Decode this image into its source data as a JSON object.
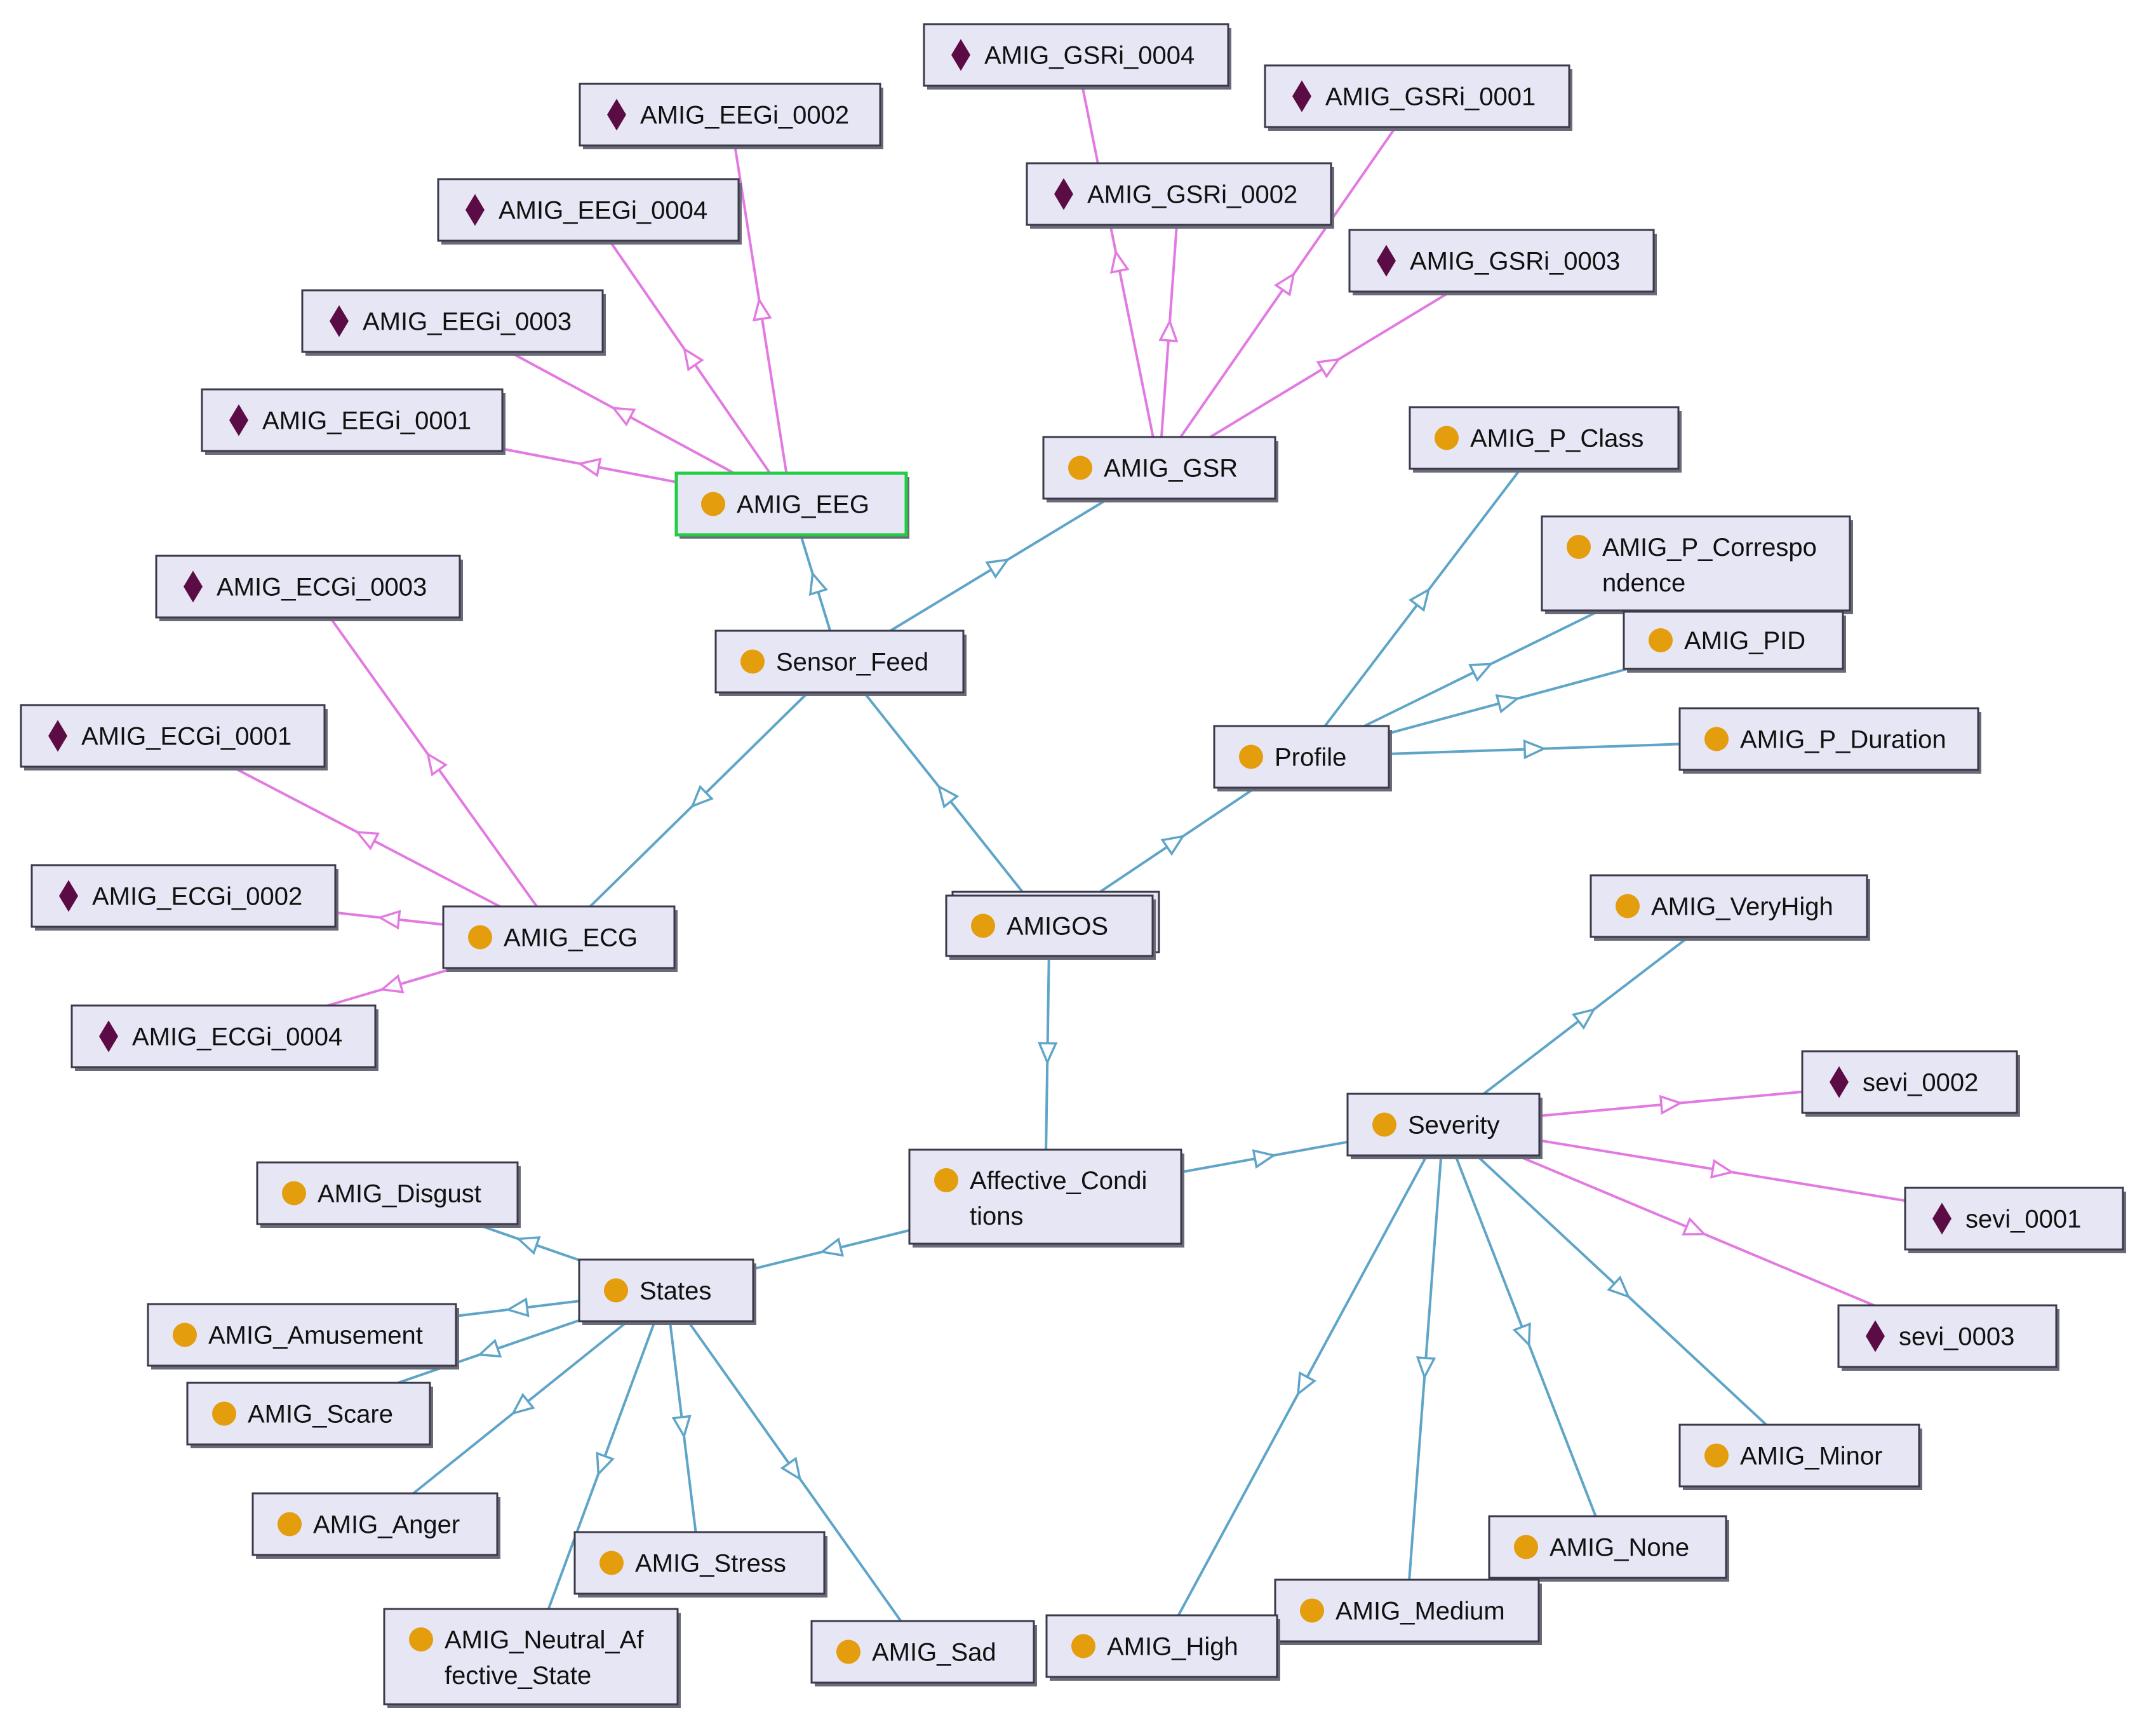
{
  "colors": {
    "class_dot": "#e39d0d",
    "individual_diamond": "#5c0c44",
    "subclass_edge": "#5fa5c8",
    "individual_edge": "#e27ae2",
    "node_fill": "#e6e6f4",
    "node_border": "#3a3a4a",
    "selected_border": "#22cc44"
  },
  "node_kinds": {
    "class": "orange-circle-icon",
    "individual": "purple-diamond-icon"
  },
  "nodes": [
    {
      "id": "AMIGOS",
      "lines": [
        "AMIGOS"
      ],
      "kind": "class",
      "stacked": true
    },
    {
      "id": "Sensor_Feed",
      "lines": [
        "Sensor_Feed"
      ],
      "kind": "class"
    },
    {
      "id": "AMIG_EEG",
      "lines": [
        "AMIG_EEG"
      ],
      "kind": "class",
      "selected": true
    },
    {
      "id": "AMIG_GSR",
      "lines": [
        "AMIG_GSR"
      ],
      "kind": "class"
    },
    {
      "id": "AMIG_ECG",
      "lines": [
        "AMIG_ECG"
      ],
      "kind": "class"
    },
    {
      "id": "Profile",
      "lines": [
        "Profile"
      ],
      "kind": "class"
    },
    {
      "id": "AMIG_P_Class",
      "lines": [
        "AMIG_P_Class"
      ],
      "kind": "class"
    },
    {
      "id": "AMIG_P_Correspondence",
      "lines": [
        "AMIG_P_Correspo",
        "ndence"
      ],
      "kind": "class"
    },
    {
      "id": "AMIG_PID",
      "lines": [
        "AMIG_PID"
      ],
      "kind": "class"
    },
    {
      "id": "AMIG_P_Duration",
      "lines": [
        "AMIG_P_Duration"
      ],
      "kind": "class"
    },
    {
      "id": "Affective_Conditions",
      "lines": [
        "Affective_Condi",
        "tions"
      ],
      "kind": "class"
    },
    {
      "id": "States",
      "lines": [
        "States"
      ],
      "kind": "class"
    },
    {
      "id": "Severity",
      "lines": [
        "Severity"
      ],
      "kind": "class"
    },
    {
      "id": "AMIG_Disgust",
      "lines": [
        "AMIG_Disgust"
      ],
      "kind": "class"
    },
    {
      "id": "AMIG_Amusement",
      "lines": [
        "AMIG_Amusement"
      ],
      "kind": "class"
    },
    {
      "id": "AMIG_Scare",
      "lines": [
        "AMIG_Scare"
      ],
      "kind": "class"
    },
    {
      "id": "AMIG_Anger",
      "lines": [
        "AMIG_Anger"
      ],
      "kind": "class"
    },
    {
      "id": "AMIG_Stress",
      "lines": [
        "AMIG_Stress"
      ],
      "kind": "class"
    },
    {
      "id": "AMIG_Neutral_Affective_State",
      "lines": [
        "AMIG_Neutral_Af",
        "fective_State"
      ],
      "kind": "class"
    },
    {
      "id": "AMIG_Sad",
      "lines": [
        "AMIG_Sad"
      ],
      "kind": "class"
    },
    {
      "id": "AMIG_VeryHigh",
      "lines": [
        "AMIG_VeryHigh"
      ],
      "kind": "class"
    },
    {
      "id": "AMIG_Minor",
      "lines": [
        "AMIG_Minor"
      ],
      "kind": "class"
    },
    {
      "id": "AMIG_None",
      "lines": [
        "AMIG_None"
      ],
      "kind": "class"
    },
    {
      "id": "AMIG_Medium",
      "lines": [
        "AMIG_Medium"
      ],
      "kind": "class"
    },
    {
      "id": "AMIG_High",
      "lines": [
        "AMIG_High"
      ],
      "kind": "class"
    },
    {
      "id": "AMIG_EEGi_0002",
      "lines": [
        "AMIG_EEGi_0002"
      ],
      "kind": "individual"
    },
    {
      "id": "AMIG_EEGi_0004",
      "lines": [
        "AMIG_EEGi_0004"
      ],
      "kind": "individual"
    },
    {
      "id": "AMIG_EEGi_0003",
      "lines": [
        "AMIG_EEGi_0003"
      ],
      "kind": "individual"
    },
    {
      "id": "AMIG_EEGi_0001",
      "lines": [
        "AMIG_EEGi_0001"
      ],
      "kind": "individual"
    },
    {
      "id": "AMIG_GSRi_0004",
      "lines": [
        "AMIG_GSRi_0004"
      ],
      "kind": "individual"
    },
    {
      "id": "AMIG_GSRi_0001",
      "lines": [
        "AMIG_GSRi_0001"
      ],
      "kind": "individual"
    },
    {
      "id": "AMIG_GSRi_0002",
      "lines": [
        "AMIG_GSRi_0002"
      ],
      "kind": "individual"
    },
    {
      "id": "AMIG_GSRi_0003",
      "lines": [
        "AMIG_GSRi_0003"
      ],
      "kind": "individual"
    },
    {
      "id": "AMIG_ECGi_0003",
      "lines": [
        "AMIG_ECGi_0003"
      ],
      "kind": "individual"
    },
    {
      "id": "AMIG_ECGi_0001",
      "lines": [
        "AMIG_ECGi_0001"
      ],
      "kind": "individual"
    },
    {
      "id": "AMIG_ECGi_0002",
      "lines": [
        "AMIG_ECGi_0002"
      ],
      "kind": "individual"
    },
    {
      "id": "AMIG_ECGi_0004",
      "lines": [
        "AMIG_ECGi_0004"
      ],
      "kind": "individual"
    },
    {
      "id": "sevi_0002",
      "lines": [
        "sevi_0002"
      ],
      "kind": "individual"
    },
    {
      "id": "sevi_0001",
      "lines": [
        "sevi_0001"
      ],
      "kind": "individual"
    },
    {
      "id": "sevi_0003",
      "lines": [
        "sevi_0003"
      ],
      "kind": "individual"
    }
  ],
  "edges": [
    {
      "from": "AMIGOS",
      "to": "Sensor_Feed",
      "type": "subclass"
    },
    {
      "from": "AMIGOS",
      "to": "Profile",
      "type": "subclass"
    },
    {
      "from": "AMIGOS",
      "to": "Affective_Conditions",
      "type": "subclass"
    },
    {
      "from": "Sensor_Feed",
      "to": "AMIG_EEG",
      "type": "subclass"
    },
    {
      "from": "Sensor_Feed",
      "to": "AMIG_GSR",
      "type": "subclass"
    },
    {
      "from": "Sensor_Feed",
      "to": "AMIG_ECG",
      "type": "subclass"
    },
    {
      "from": "Profile",
      "to": "AMIG_P_Class",
      "type": "subclass"
    },
    {
      "from": "Profile",
      "to": "AMIG_P_Correspondence",
      "type": "subclass"
    },
    {
      "from": "Profile",
      "to": "AMIG_PID",
      "type": "subclass"
    },
    {
      "from": "Profile",
      "to": "AMIG_P_Duration",
      "type": "subclass"
    },
    {
      "from": "Affective_Conditions",
      "to": "States",
      "type": "subclass"
    },
    {
      "from": "Affective_Conditions",
      "to": "Severity",
      "type": "subclass"
    },
    {
      "from": "States",
      "to": "AMIG_Disgust",
      "type": "subclass"
    },
    {
      "from": "States",
      "to": "AMIG_Amusement",
      "type": "subclass"
    },
    {
      "from": "States",
      "to": "AMIG_Scare",
      "type": "subclass"
    },
    {
      "from": "States",
      "to": "AMIG_Anger",
      "type": "subclass"
    },
    {
      "from": "States",
      "to": "AMIG_Stress",
      "type": "subclass"
    },
    {
      "from": "States",
      "to": "AMIG_Neutral_Affective_State",
      "type": "subclass"
    },
    {
      "from": "States",
      "to": "AMIG_Sad",
      "type": "subclass"
    },
    {
      "from": "Severity",
      "to": "AMIG_VeryHigh",
      "type": "subclass"
    },
    {
      "from": "Severity",
      "to": "AMIG_Minor",
      "type": "subclass"
    },
    {
      "from": "Severity",
      "to": "AMIG_None",
      "type": "subclass"
    },
    {
      "from": "Severity",
      "to": "AMIG_Medium",
      "type": "subclass"
    },
    {
      "from": "Severity",
      "to": "AMIG_High",
      "type": "subclass"
    },
    {
      "from": "AMIG_EEG",
      "to": "AMIG_EEGi_0002",
      "type": "individual"
    },
    {
      "from": "AMIG_EEG",
      "to": "AMIG_EEGi_0004",
      "type": "individual"
    },
    {
      "from": "AMIG_EEG",
      "to": "AMIG_EEGi_0003",
      "type": "individual"
    },
    {
      "from": "AMIG_EEG",
      "to": "AMIG_EEGi_0001",
      "type": "individual"
    },
    {
      "from": "AMIG_GSR",
      "to": "AMIG_GSRi_0004",
      "type": "individual"
    },
    {
      "from": "AMIG_GSR",
      "to": "AMIG_GSRi_0001",
      "type": "individual"
    },
    {
      "from": "AMIG_GSR",
      "to": "AMIG_GSRi_0002",
      "type": "individual"
    },
    {
      "from": "AMIG_GSR",
      "to": "AMIG_GSRi_0003",
      "type": "individual"
    },
    {
      "from": "AMIG_ECG",
      "to": "AMIG_ECGi_0003",
      "type": "individual"
    },
    {
      "from": "AMIG_ECG",
      "to": "AMIG_ECGi_0001",
      "type": "individual"
    },
    {
      "from": "AMIG_ECG",
      "to": "AMIG_ECGi_0002",
      "type": "individual"
    },
    {
      "from": "AMIG_ECG",
      "to": "AMIG_ECGi_0004",
      "type": "individual"
    },
    {
      "from": "Severity",
      "to": "sevi_0002",
      "type": "individual"
    },
    {
      "from": "Severity",
      "to": "sevi_0001",
      "type": "individual"
    },
    {
      "from": "Severity",
      "to": "sevi_0003",
      "type": "individual"
    }
  ]
}
